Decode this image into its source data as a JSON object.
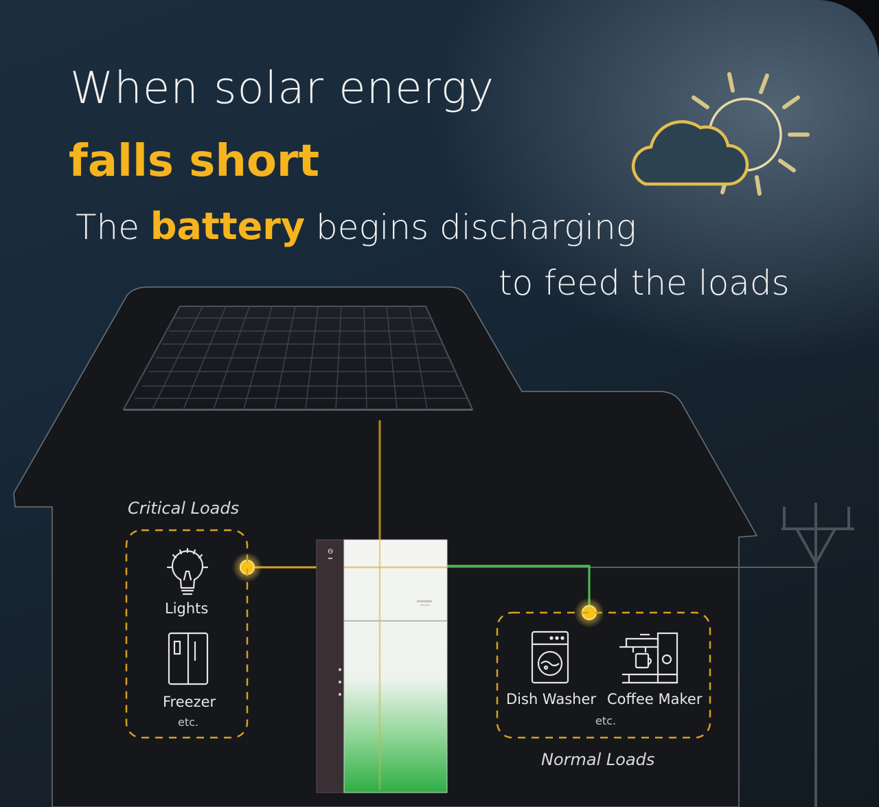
{
  "headline": {
    "line1": "When solar energy",
    "line2": "falls short",
    "line3_pre": "The",
    "line3_highlight": "battery",
    "line3_post": "begins discharging",
    "line4": "to feed the loads"
  },
  "critical_loads": {
    "title": "Critical Loads",
    "items": [
      "Lights",
      "Freezer"
    ],
    "etc": "etc."
  },
  "normal_loads": {
    "title": "Normal Loads",
    "items": [
      "Dish Washer",
      "Coffee Maker"
    ],
    "etc": "etc."
  },
  "colors": {
    "accent_yellow": "#f6b51e",
    "flow_green": "#3fbf4a",
    "house": "#15171b",
    "background": "#1c2e3d"
  },
  "icons": [
    "partly-cloudy-sun-icon",
    "solar-panel-icon",
    "battery-icon",
    "light-bulb-icon",
    "freezer-icon",
    "dishwasher-icon",
    "coffee-maker-icon",
    "power-pole-icon"
  ]
}
